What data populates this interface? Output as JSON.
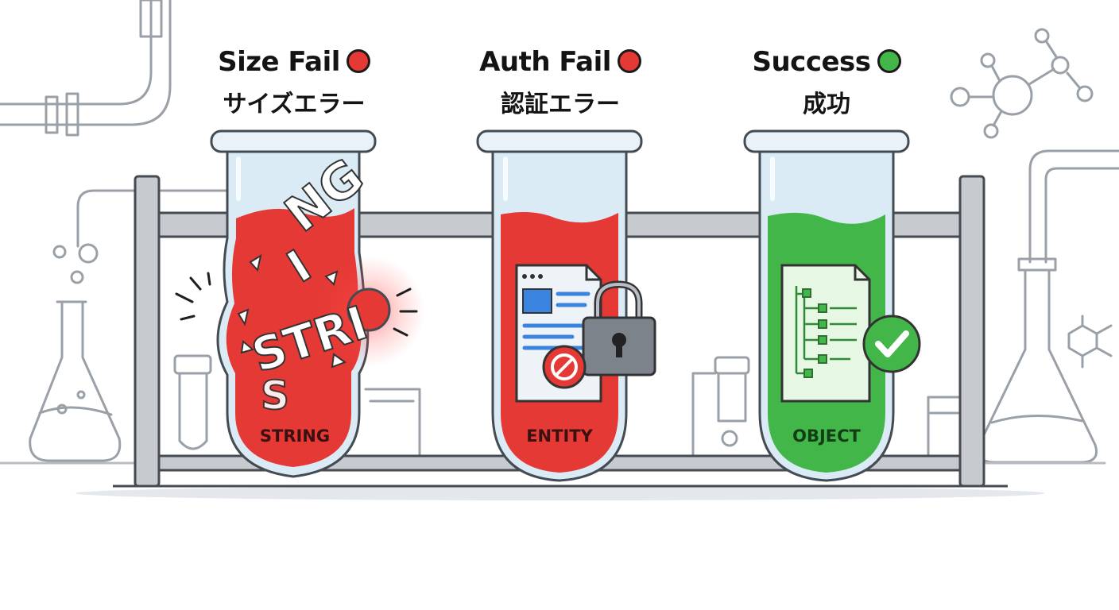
{
  "colors": {
    "fail": "#e53935",
    "success": "#43b649",
    "outline": "#444b52",
    "apparatus": "#8a9099",
    "rack": "#c9ccd1",
    "glass": "#dcecf6"
  },
  "tubes": [
    {
      "id": "size-fail",
      "title": "Size Fail",
      "subtitle": "サイズエラー",
      "status": "fail",
      "status_icon": "red-circle-icon",
      "content_label": "STRING",
      "content_icon": "broken-string-text-icon",
      "overlay_text": "STRING"
    },
    {
      "id": "auth-fail",
      "title": "Auth Fail",
      "subtitle": "認証エラー",
      "status": "fail",
      "status_icon": "red-circle-icon",
      "content_label": "ENTITY",
      "content_icon": "locked-document-icon"
    },
    {
      "id": "success",
      "title": "Success",
      "subtitle": "成功",
      "status": "success",
      "status_icon": "green-circle-icon",
      "content_label": "OBJECT",
      "content_icon": "tree-document-check-icon"
    }
  ]
}
